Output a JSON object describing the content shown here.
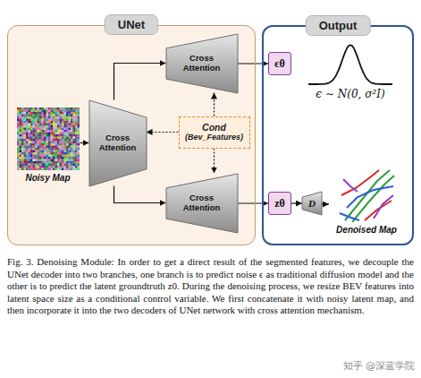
{
  "diagram": {
    "caption": "Fig. 3. Denoising Module: In order to get a direct result of the segmented features, we decouple the UNet decoder into two branches, one branch is to predict noise ϵ as traditional diffusion model and the other is to predict the latent groundtruth z0. During the denoising process, we resize BEV features into latent space size as a conditional control variable. We first concatenate it with noisy latent map, and then incorporate it into the two decoders of UNet network with cross attention mechanism.",
    "nodes": [
      {
        "text": [
          "UNet"
        ]
      },
      {
        "text": [
          "Noisy Map"
        ],
        "in": 0
      },
      {
        "text": [
          "Cross Attention"
        ],
        "in": 0
      },
      {
        "text": [
          "Cross Attention"
        ],
        "in": 0
      },
      {
        "text": [
          "Cond",
          "(Bev_Features)"
        ],
        "in": 0
      },
      {
        "text": [
          "Cross Attention"
        ],
        "in": 0
      },
      {
        "text": [
          "Output"
        ]
      },
      {
        "text": [
          "ϵθ"
        ],
        "in": 6
      },
      {
        "text": [
          "zθ"
        ],
        "in": 6
      },
      {
        "text": [
          "D"
        ],
        "in": 6
      },
      {
        "text": [
          "Denoised Map"
        ],
        "in": 6
      }
    ],
    "edges": [
      {
        "from": 1,
        "to": 2,
        "arrow": "to"
      },
      {
        "from": 2,
        "to": 3,
        "arrow": "to"
      },
      {
        "from": 2,
        "to": 5,
        "arrow": "to"
      },
      {
        "from": 4,
        "to": 2,
        "arrow": "to"
      },
      {
        "from": 4,
        "to": 3,
        "arrow": "to"
      },
      {
        "from": 4,
        "to": 5,
        "arrow": "to"
      },
      {
        "from": 3,
        "to": 7,
        "arrow": "to"
      },
      {
        "from": 5,
        "to": 8,
        "arrow": "to"
      },
      {
        "from": 8,
        "to": 9,
        "arrow": "to"
      },
      {
        "from": 9,
        "to": 10,
        "arrow": "to"
      }
    ],
    "labels": [
      "ϵ ∼ N(0, σ²I)",
      "知乎 @深蓝学院"
    ]
  }
}
